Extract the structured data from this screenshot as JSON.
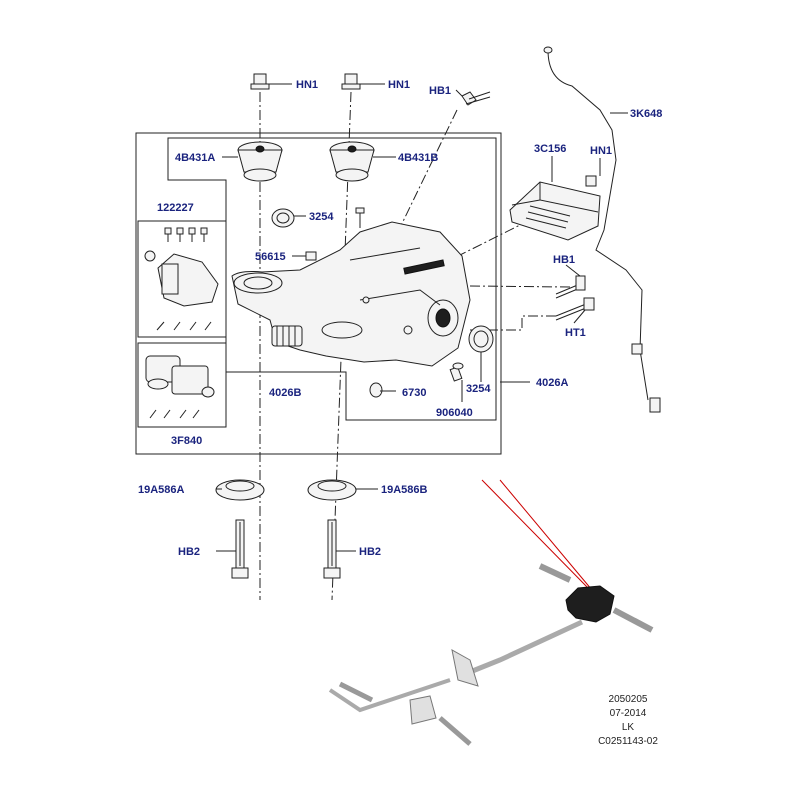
{
  "labels": {
    "hn1_left": "HN1",
    "hn1_mid": "HN1",
    "hb1_top": "HB1",
    "k3k648": "3K648",
    "b4431a": "4B431A",
    "b4431b": "4B431B",
    "c3156": "3C156",
    "hn1_right": "HN1",
    "p122227": "122227",
    "p3254_top": "3254",
    "p56615": "56615",
    "hb1_right": "HB1",
    "ht1": "HT1",
    "p4026b": "4026B",
    "p6730": "6730",
    "p3254_bottom": "3254",
    "p4026a": "4026A",
    "p906040": "906040",
    "f3840": "3F840",
    "a19586a": "19A586A",
    "a19586b": "19A586B",
    "hb2_left": "HB2",
    "hb2_right": "HB2"
  },
  "info_block": {
    "line1": "2050205",
    "line2": "07-2014",
    "line3": "LK",
    "line4": "C0251143-02"
  },
  "colors": {
    "label": "#1a237e",
    "background": "#ffffff",
    "outline": "#222222",
    "pointer": "#cc0000"
  }
}
